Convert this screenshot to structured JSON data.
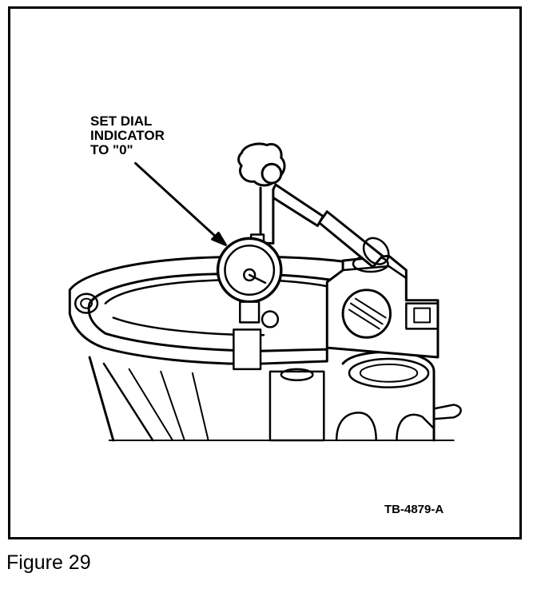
{
  "callout": {
    "line1": "SET DIAL",
    "line2": "INDICATOR",
    "line3": "TO \"0\""
  },
  "reference_code": "TB-4879-A",
  "caption": "Figure 29"
}
